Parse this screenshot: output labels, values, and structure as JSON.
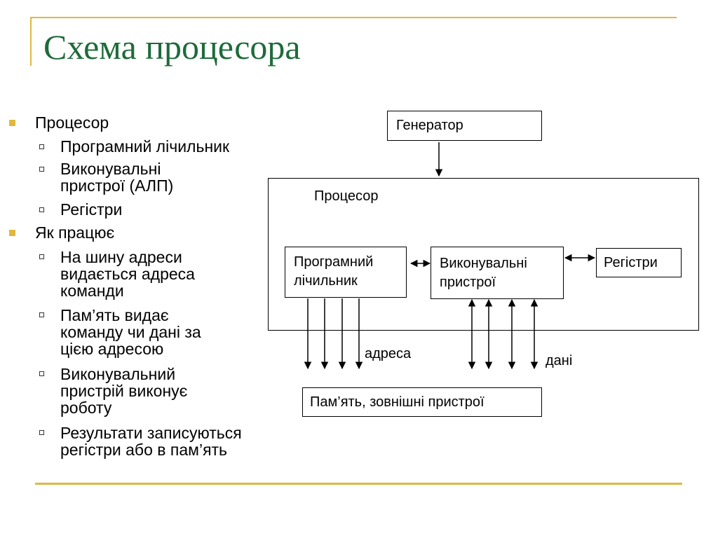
{
  "slide": {
    "title": "Схема процесора",
    "bullets": [
      {
        "text": "Процесор",
        "sub": [
          "Програмний лічильник",
          "Виконувальні пристрої (АЛП)",
          "Регістри"
        ]
      },
      {
        "text": "Як працює",
        "sub": [
          "На шину адреси видається адреса команди",
          "Пам’ять видає команду чи дані за цією адресою",
          "Виконувальний пристрій виконує роботу",
          "Результати записуються регістри або в пам’ять"
        ]
      }
    ]
  },
  "diagram": {
    "generator": "Генератор",
    "processor": "Процесор",
    "program_counter": "Програмний лічильник",
    "execution_units": "Виконувальні пристрої",
    "registers": "Регістри",
    "memory": "Пам’ять, зовнішні пристрої",
    "address_label": "адреса",
    "data_label": "дані"
  },
  "colors": {
    "title": "#1e6b3a",
    "accent": "#e0b840"
  }
}
